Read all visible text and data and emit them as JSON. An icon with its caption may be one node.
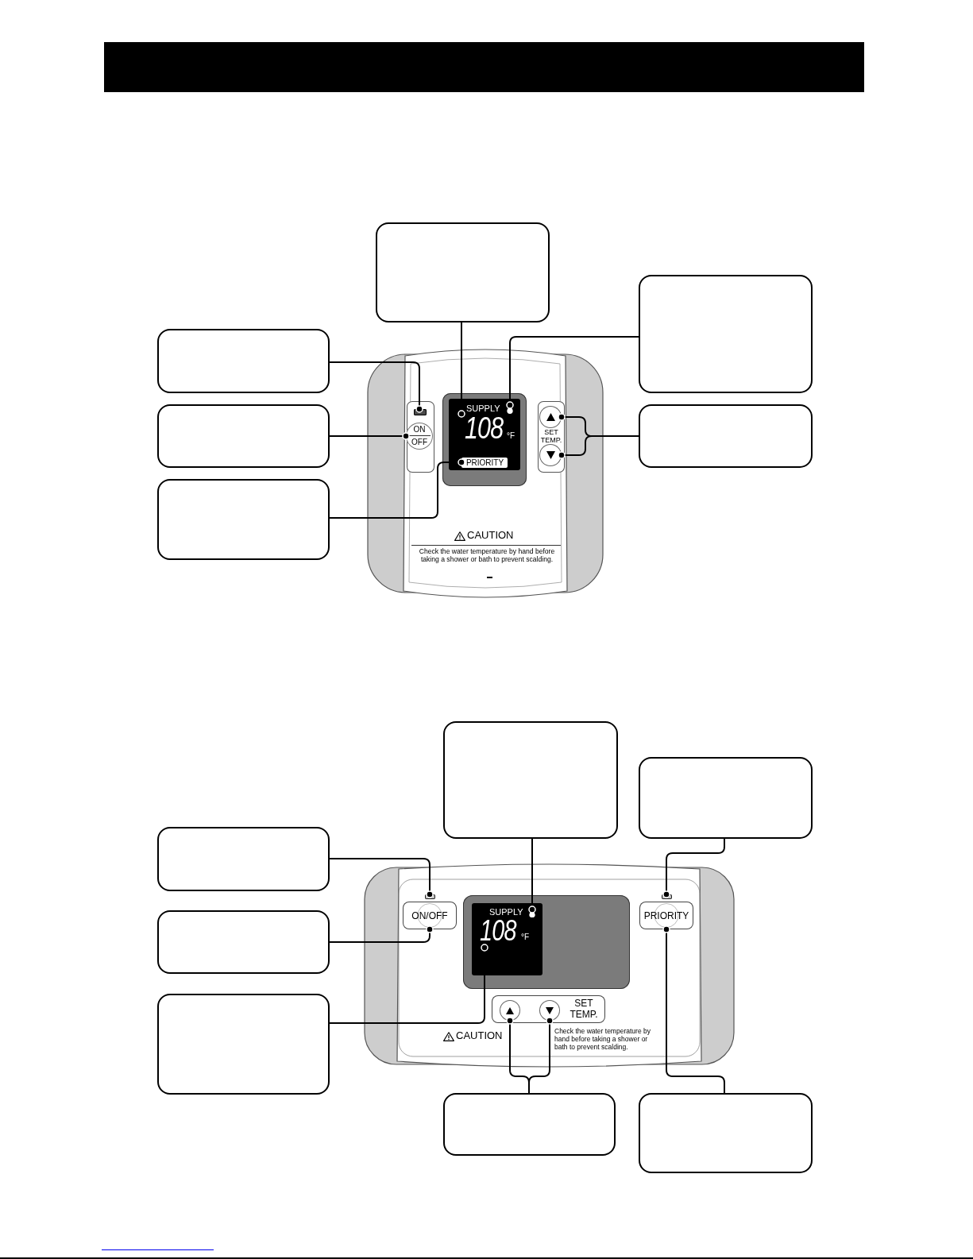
{
  "diagram": {
    "nodes": [
      {
        "text": [],
        "shape": "bar"
      },
      {
        "text": [],
        "shape": "box"
      },
      {
        "text": [],
        "shape": "box"
      },
      {
        "text": [],
        "shape": "box"
      },
      {
        "text": [],
        "shape": "box"
      },
      {
        "text": [],
        "shape": "box"
      },
      {
        "text": [],
        "shape": "box"
      },
      {
        "text": [
          "CAUTION",
          "Check the water temperature by hand before taking a shower or bath to prevent scalding."
        ]
      },
      {
        "text": [],
        "shape": "box",
        "in": 7
      },
      {
        "text": [
          "ON",
          "OFF"
        ],
        "in": 7
      },
      {
        "text": [
          "SUPPLY"
        ],
        "in": 7
      },
      {
        "text": [],
        "shape": "drop",
        "in": 10
      },
      {
        "text": [
          "108",
          "°F"
        ],
        "in": 10
      },
      {
        "text": [
          "PRIORITY"
        ],
        "in": 10
      },
      {
        "text": [
          "SET TEMP."
        ],
        "in": 7
      },
      {
        "text": [],
        "shape": "circle",
        "in": 14
      },
      {
        "text": [],
        "shape": "circle",
        "in": 14
      },
      {
        "text": [],
        "shape": "box"
      },
      {
        "text": [],
        "shape": "box"
      },
      {
        "text": [],
        "shape": "box"
      },
      {
        "text": [],
        "shape": "box"
      },
      {
        "text": [],
        "shape": "box"
      },
      {
        "text": [
          "CAUTION",
          "Check the water temperature by hand before taking a shower or bath to prevent scalding."
        ]
      },
      {
        "text": [],
        "shape": "box",
        "in": 22
      },
      {
        "text": [
          "ON/OFF"
        ],
        "in": 22
      },
      {
        "text": [
          "SUPPLY"
        ],
        "in": 22
      },
      {
        "text": [],
        "shape": "drop",
        "in": 25
      },
      {
        "text": [
          "108",
          "°F"
        ],
        "in": 25
      },
      {
        "text": [],
        "shape": "box",
        "in": 22
      },
      {
        "text": [
          "PRIORITY"
        ],
        "in": 22
      },
      {
        "text": [
          "SET TEMP."
        ],
        "in": 22
      },
      {
        "text": [],
        "shape": "circle",
        "in": 30
      },
      {
        "text": [],
        "shape": "circle",
        "in": 30
      },
      {
        "text": [],
        "shape": "box"
      },
      {
        "text": [],
        "shape": "box"
      }
    ],
    "edges": [
      {
        "from": 1,
        "to": 12,
        "arrow": "other"
      },
      {
        "from": 2,
        "to": 11,
        "arrow": "other"
      },
      {
        "from": 3,
        "to": 8,
        "arrow": "other"
      },
      {
        "from": 4,
        "to": 9,
        "arrow": "other"
      },
      {
        "from": 5,
        "to": 15,
        "arrow": "other"
      },
      {
        "from": 5,
        "to": 16,
        "arrow": "other"
      },
      {
        "from": 6,
        "to": 13,
        "arrow": "other"
      },
      {
        "from": 17,
        "to": 26,
        "arrow": "other"
      },
      {
        "from": 18,
        "to": 28,
        "arrow": "other"
      },
      {
        "from": 19,
        "to": 23,
        "arrow": "other"
      },
      {
        "from": 20,
        "to": 24,
        "arrow": "other"
      },
      {
        "from": 21,
        "to": 27,
        "arrow": "other"
      },
      {
        "from": 33,
        "to": 31,
        "arrow": "other"
      },
      {
        "from": 33,
        "to": 32,
        "arrow": "other"
      },
      {
        "from": 34,
        "to": 29,
        "arrow": "other"
      }
    ]
  }
}
